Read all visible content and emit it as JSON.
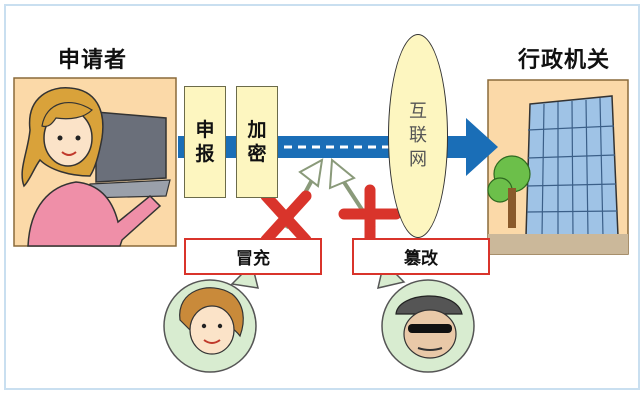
{
  "sender": {
    "label": "申请者"
  },
  "receiver": {
    "label": "行政机关"
  },
  "steps": [
    {
      "chars": [
        "申",
        "报"
      ]
    },
    {
      "chars": [
        "加",
        "密"
      ]
    }
  ],
  "network": {
    "chars": [
      "互",
      "联",
      "网"
    ]
  },
  "threats": [
    {
      "label": "冒充"
    },
    {
      "label": "篡改"
    }
  ],
  "colors": {
    "arrow": "#1a6eb7",
    "box_fill": "#fdf6c0",
    "threat_red": "#d9342b",
    "frame": "#c9dff0"
  }
}
